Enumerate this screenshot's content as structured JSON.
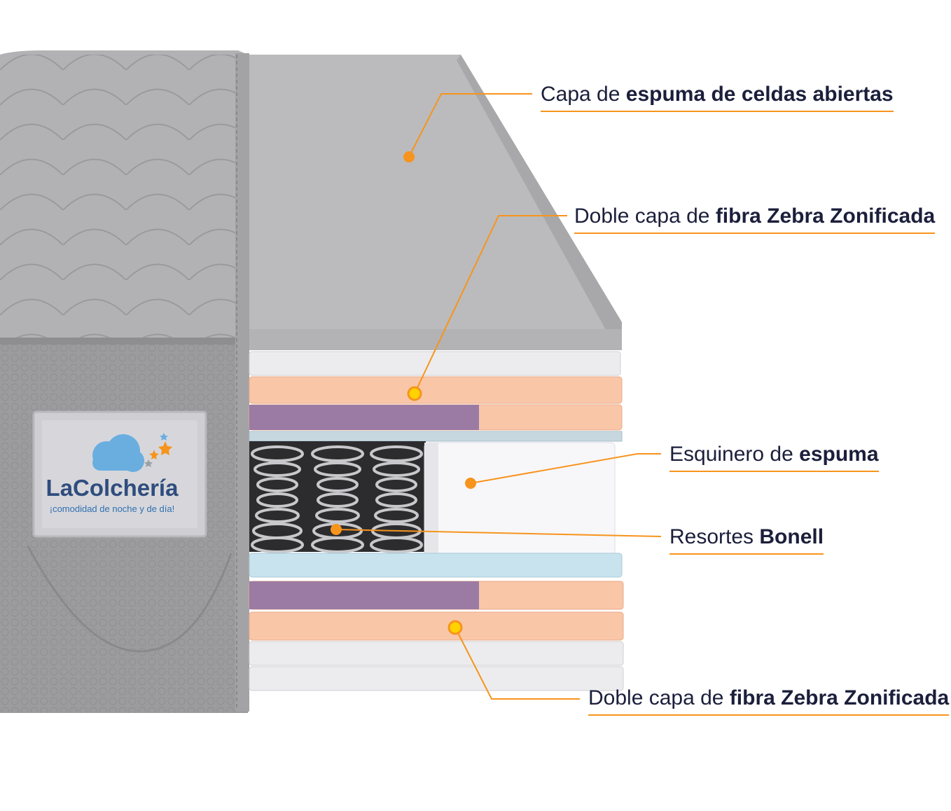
{
  "brand": {
    "name": "LaColchería",
    "tagline": "¡comodidad de noche y de día!"
  },
  "callouts": [
    {
      "normal": "Capa de ",
      "bold": "espuma de celdas abiertas"
    },
    {
      "normal": "Doble capa de ",
      "bold": "fibra Zebra Zonificada"
    },
    {
      "normal": "Esquinero de ",
      "bold": "espuma"
    },
    {
      "normal": "Resortes ",
      "bold": "Bonell"
    },
    {
      "normal": "Doble capa de ",
      "bold": "fibra Zebra Zonificada"
    }
  ],
  "colors": {
    "accent": "#f7941d",
    "text": "#1b1f3b",
    "fabric": "#a9a9ab",
    "foam": "#b9b9bb",
    "peach": "#f9c6a8",
    "purple": "#9b7ba3",
    "blue": "#c9e3ee",
    "white_layer": "#ececee",
    "brand_blue": "#2f6fb0",
    "cloud_blue": "#6aaee0",
    "dot_yellow": "#ffd200"
  }
}
